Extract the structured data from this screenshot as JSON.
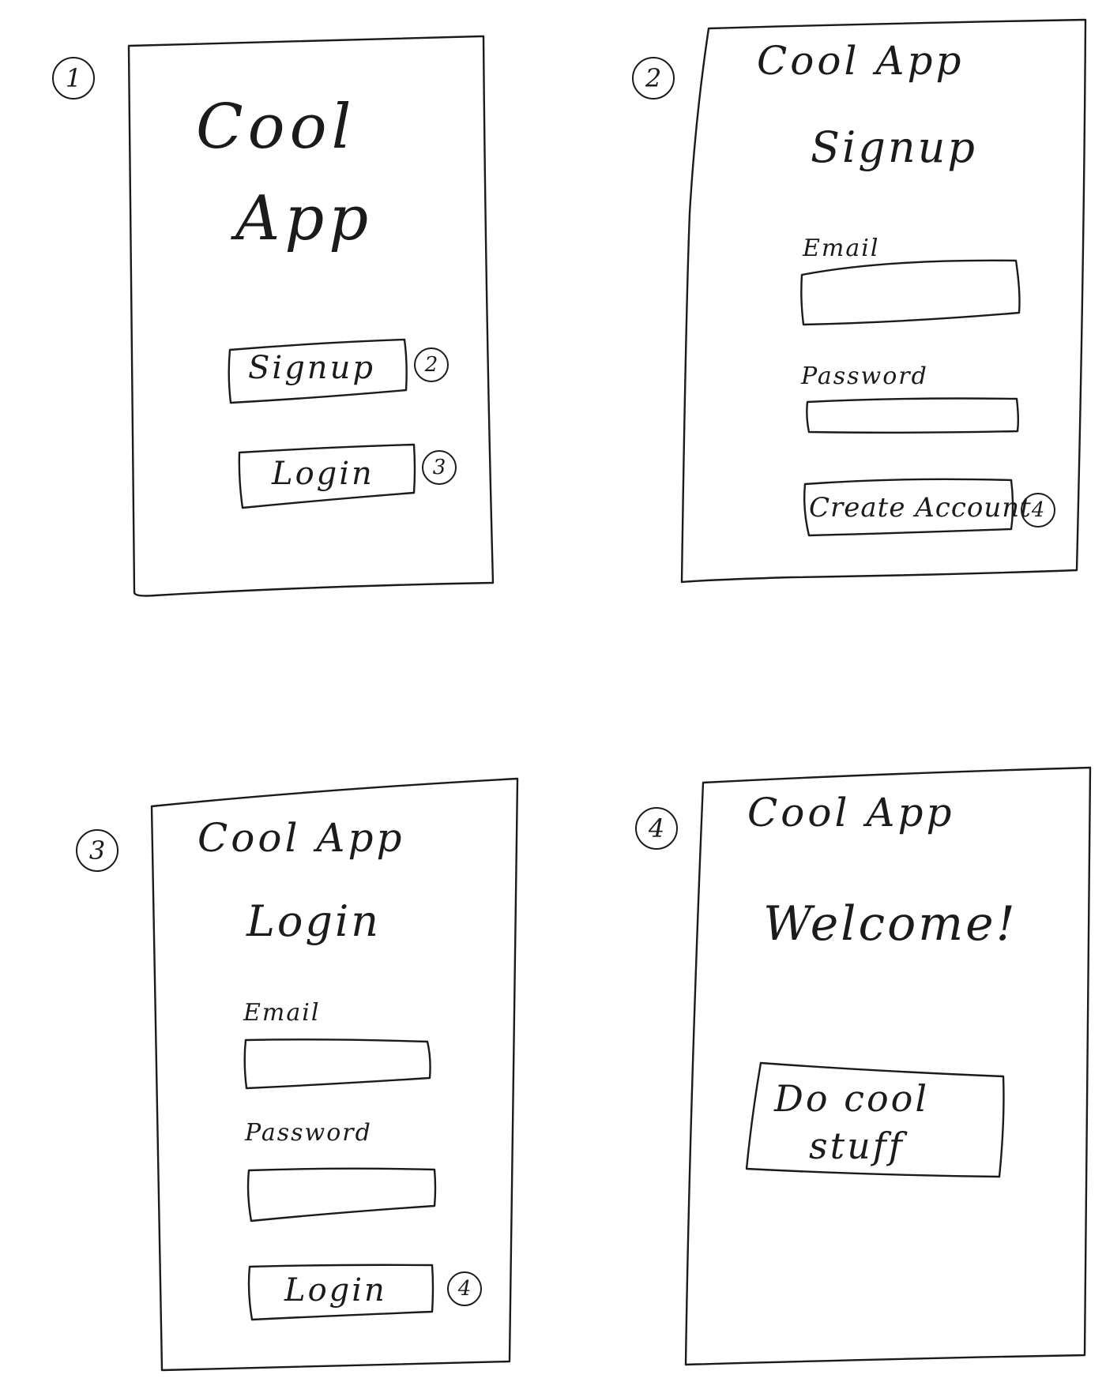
{
  "screens": [
    {
      "number": "1",
      "title_line1": "Cool",
      "title_line2": "App",
      "buttons": [
        {
          "label": "Signup",
          "target": "2"
        },
        {
          "label": "Login",
          "target": "3"
        }
      ]
    },
    {
      "number": "2",
      "app_title": "Cool App",
      "heading": "Signup",
      "email_label": "Email",
      "password_label": "Password",
      "button": {
        "label": "Create Account",
        "target": "4"
      }
    },
    {
      "number": "3",
      "app_title": "Cool App",
      "heading": "Login",
      "email_label": "Email",
      "password_label": "Password",
      "button": {
        "label": "Login",
        "target": "4"
      }
    },
    {
      "number": "4",
      "app_title": "Cool App",
      "heading": "Welcome!",
      "button_line1": "Do cool",
      "button_line2": "stuff"
    }
  ]
}
